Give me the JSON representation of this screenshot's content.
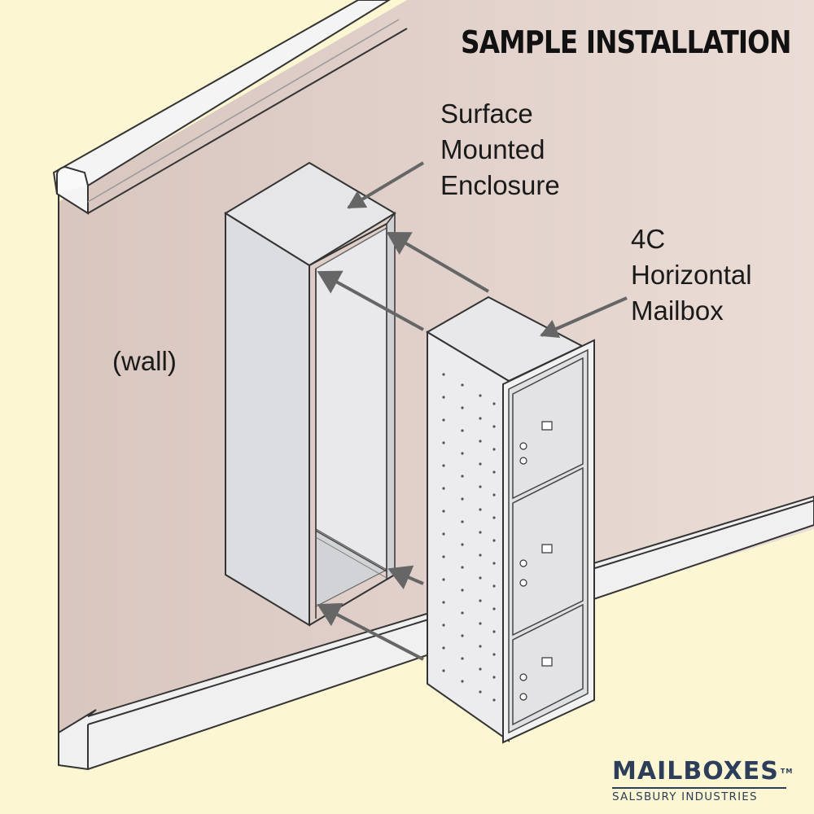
{
  "title": "SAMPLE INSTALLATION",
  "labels": {
    "enclosure": [
      "Surface",
      "Mounted",
      "Enclosure"
    ],
    "mailbox": [
      "4C",
      "Horizontal",
      "Mailbox"
    ],
    "wall": "(wall)"
  },
  "logo": {
    "name": "MAILBOXES",
    "trademark": "TM",
    "subtitle": "SALSBURY INDUSTRIES"
  },
  "colors": {
    "background": "#fdf6d2",
    "wall": "#e3d3cc",
    "metal": "#e4e5e7",
    "arrow": "#666666",
    "logo": "#2c3e5a"
  }
}
